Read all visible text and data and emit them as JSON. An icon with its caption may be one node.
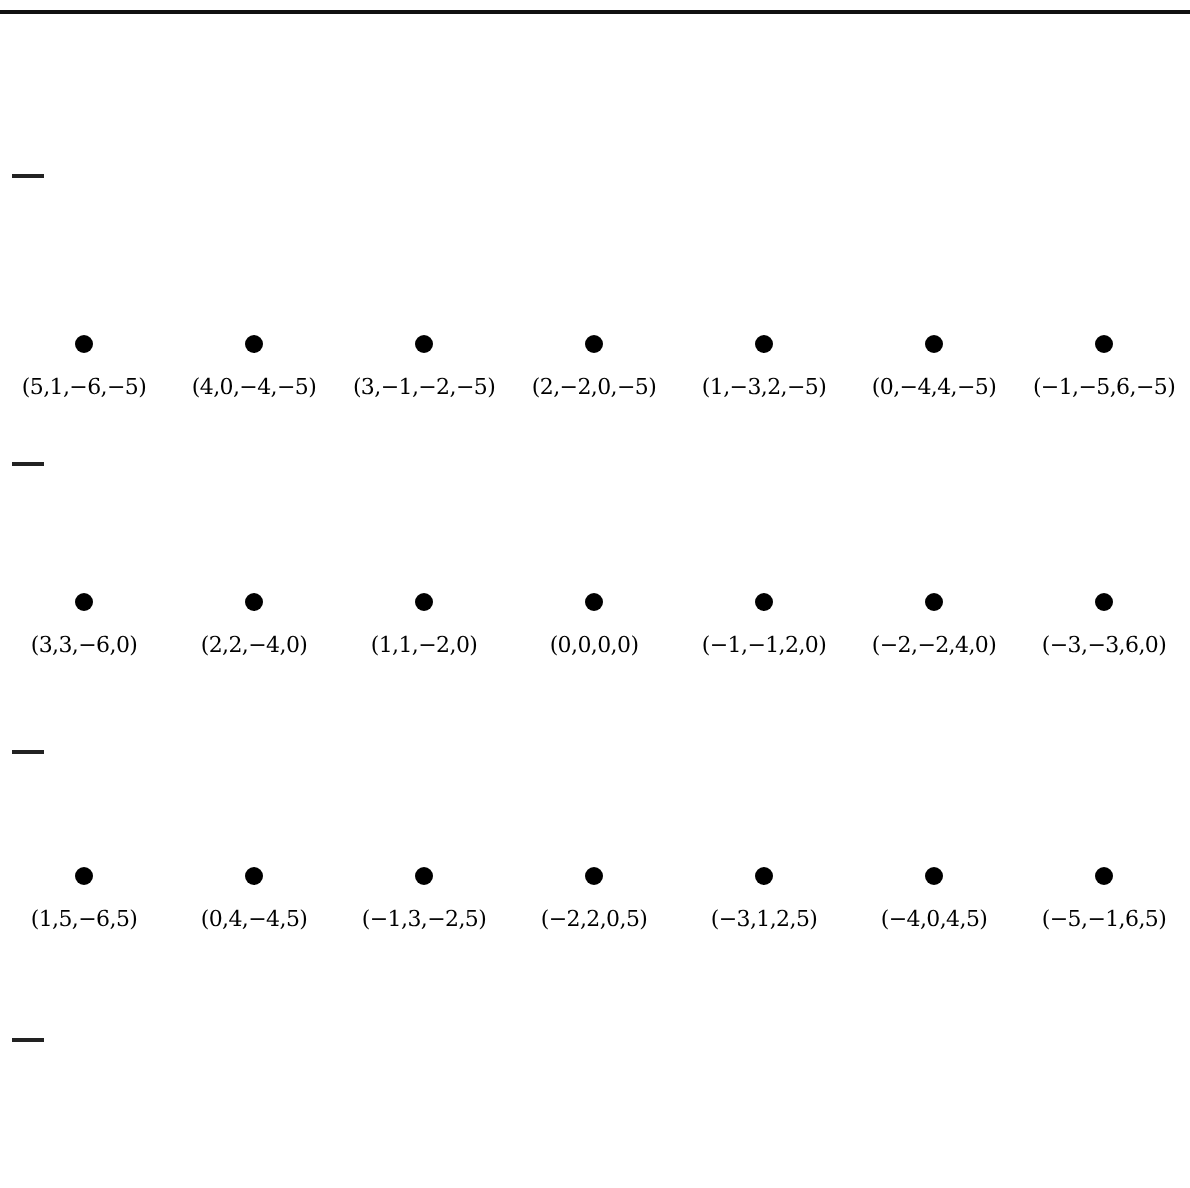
{
  "diagram": {
    "labels": [
      "(5,1,−6,−5)",
      "(4,0,−4,−5)",
      "(3,−1,−2,−5)",
      "(2,−2,0,−5)",
      "(1,−3,2,−5)",
      "(0,−4,4,−5)",
      "(−1,−5,6,−5)",
      "(3,3,−6,0)",
      "(2,2,−4,0)",
      "(1,1,−2,0)",
      "(0,0,0,0)",
      "(−1,−1,2,0)",
      "(−2,−2,4,0)",
      "(−3,−3,6,0)",
      "(1,5,−6,5)",
      "(0,4,−4,5)",
      "(−1,3,−2,5)",
      "(−2,2,0,5)",
      "(−3,1,2,5)",
      "(−4,0,4,5)",
      "(−5,−1,6,5)"
    ]
  }
}
